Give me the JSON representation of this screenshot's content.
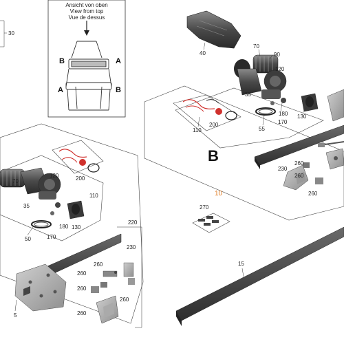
{
  "inset": {
    "title_de": "Ansicht von oben",
    "title_en": "View from top",
    "title_fr": "Vue de dessus",
    "marker_a": "A",
    "marker_b": "B"
  },
  "section_label": "B",
  "assembly_label": "10",
  "parts": {
    "p5": "5",
    "p15": "15",
    "p30": "30",
    "p35a": "35",
    "p35b": "35",
    "p40": "40",
    "p50": "50",
    "p55": "55",
    "p70a": "70",
    "p70b": "70",
    "p90": "90",
    "p110a": "110",
    "p110b": "110",
    "p120a": "120",
    "p120b": "120",
    "p130a": "130",
    "p130b": "130",
    "p170a": "170",
    "p170b": "170",
    "p180a": "180",
    "p180b": "180",
    "p200a": "200",
    "p200b": "200",
    "p220": "220",
    "p230a": "230",
    "p230b": "230",
    "p260a": "260",
    "p260b": "260",
    "p260c": "260",
    "p260d": "260",
    "p260e": "260",
    "p260f": "260",
    "p260g": "260",
    "p270": "270"
  },
  "colors": {
    "metal_dark": "#3a3a3a",
    "metal_mid": "#7a7a7a",
    "metal_light": "#b8b8b8",
    "wire_red": "#d0312d",
    "accent_orange": "#e07a1f"
  }
}
